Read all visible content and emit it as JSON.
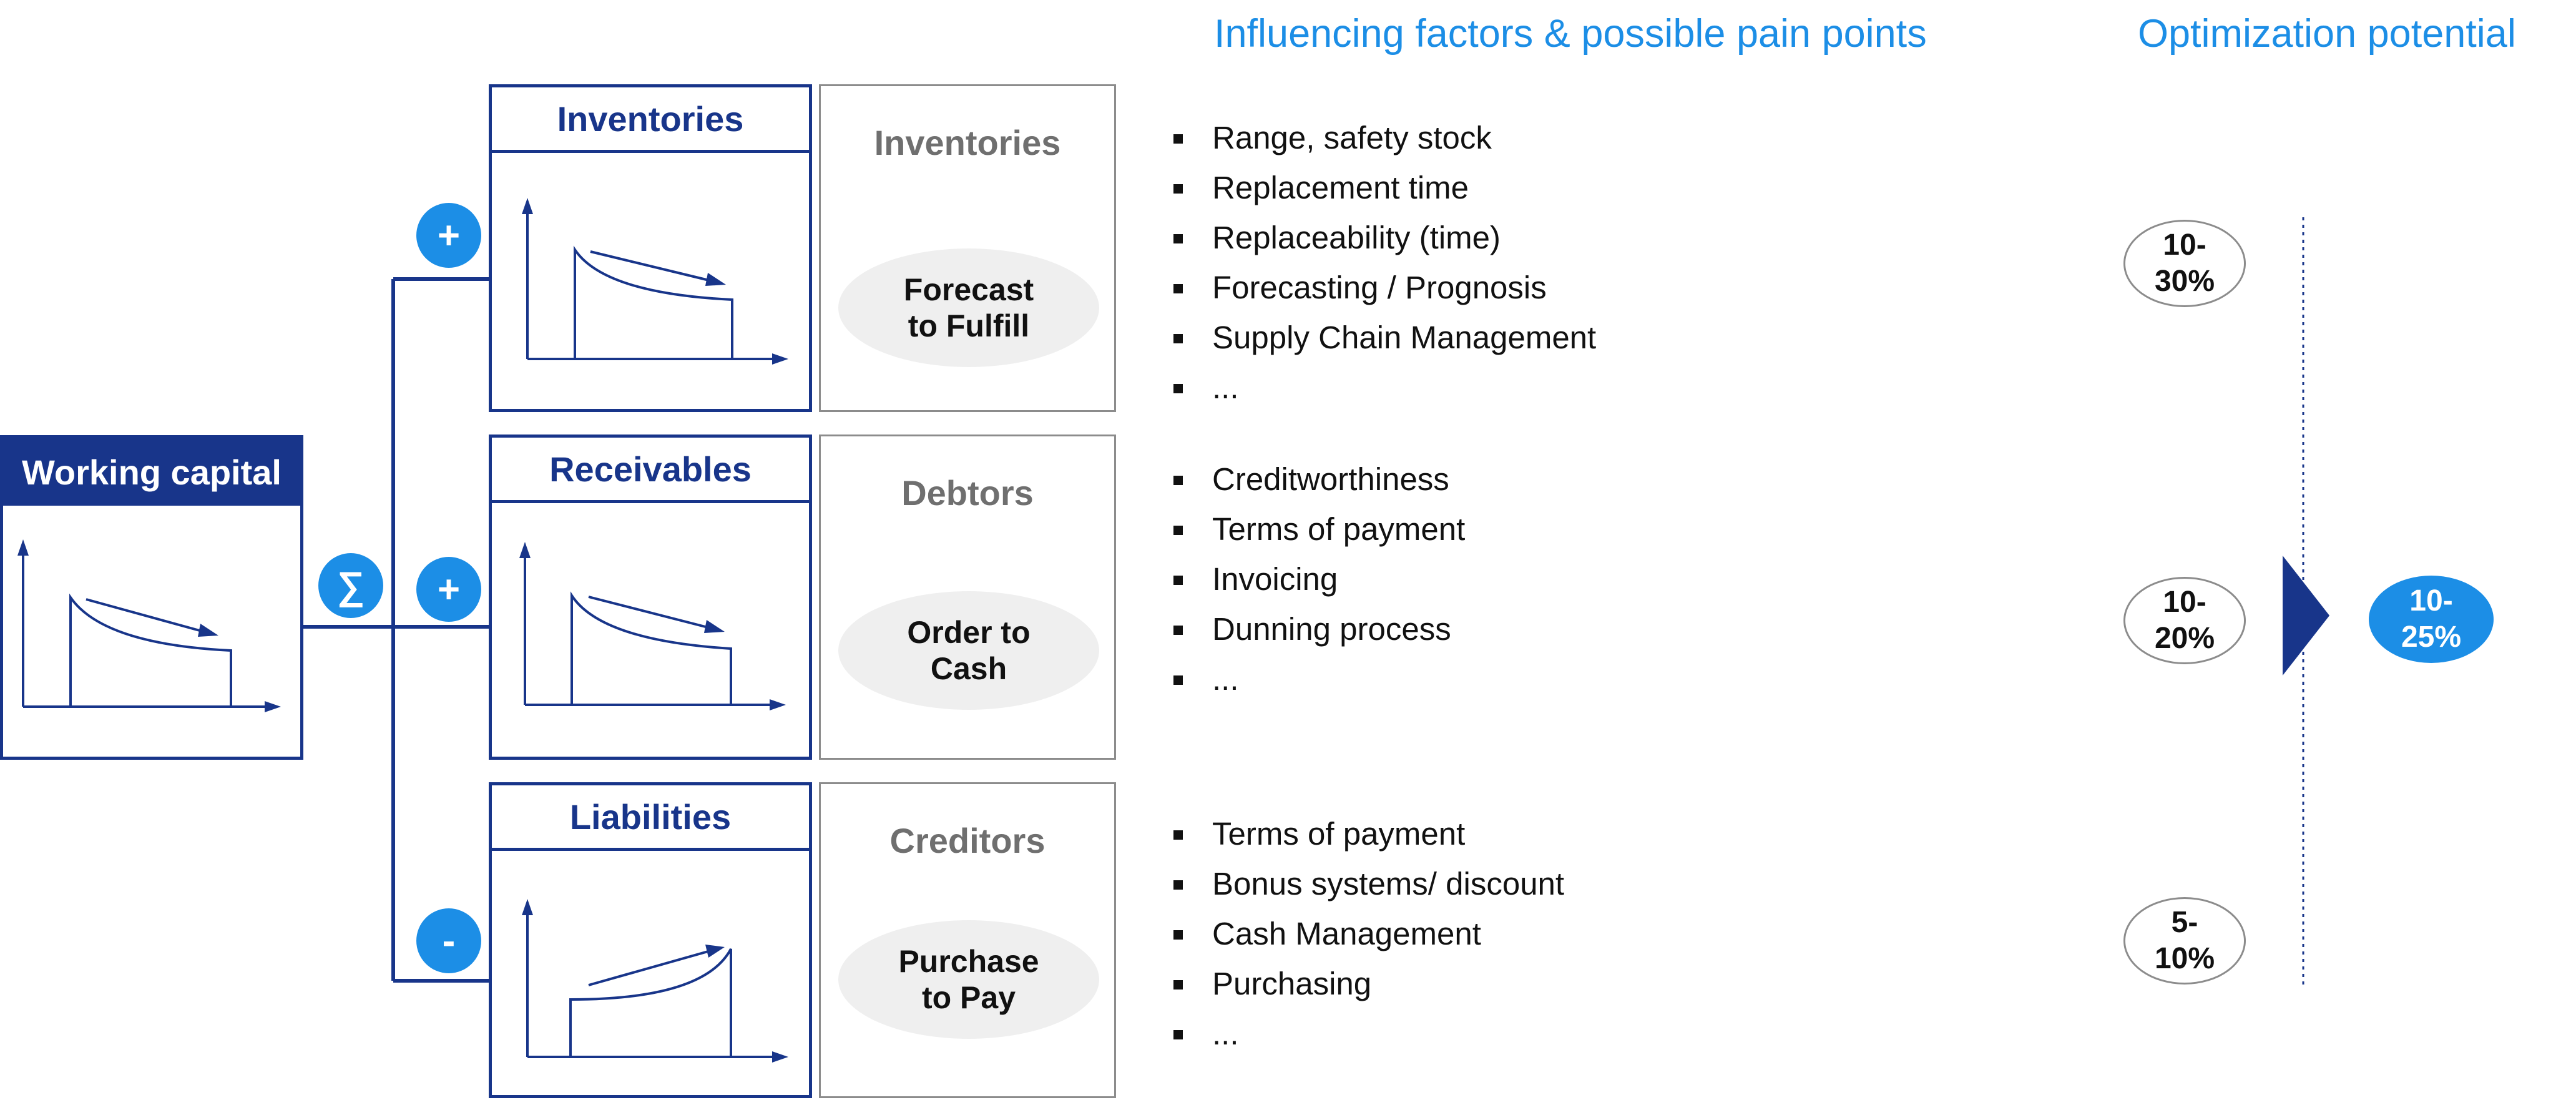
{
  "headers": {
    "factors": "Influencing factors & possible pain points",
    "potential": "Optimization potential"
  },
  "working_capital": {
    "title": "Working capital",
    "sum_symbol": "∑"
  },
  "rows": [
    {
      "title": "Inventories",
      "sign": "+",
      "gray_title": "Inventories",
      "process": "Forecast\nto Fulfill",
      "factors": [
        "Range, safety stock",
        "Replacement time",
        "Replaceability (time)",
        "Forecasting / Prognosis",
        "Supply Chain Management",
        "..."
      ],
      "potential": "10-\n30%"
    },
    {
      "title": "Receivables",
      "sign": "+",
      "gray_title": "Debtors",
      "process": "Order to\nCash",
      "factors": [
        "Creditworthiness",
        "Terms of payment",
        "Invoicing",
        "Dunning process",
        "..."
      ],
      "potential": "10-\n20%"
    },
    {
      "title": "Liabilities",
      "sign": "-",
      "gray_title": "Creditors",
      "process": "Purchase\nto Pay",
      "factors": [
        "Terms of payment",
        "Bonus systems/ discount",
        "Cash Management",
        "Purchasing",
        "..."
      ],
      "potential": "5-\n10%"
    }
  ],
  "total_potential": "10-\n25%",
  "colors": {
    "navy": "#18358a",
    "accent": "#1c8ee6",
    "gray": "#8c8c8c"
  }
}
